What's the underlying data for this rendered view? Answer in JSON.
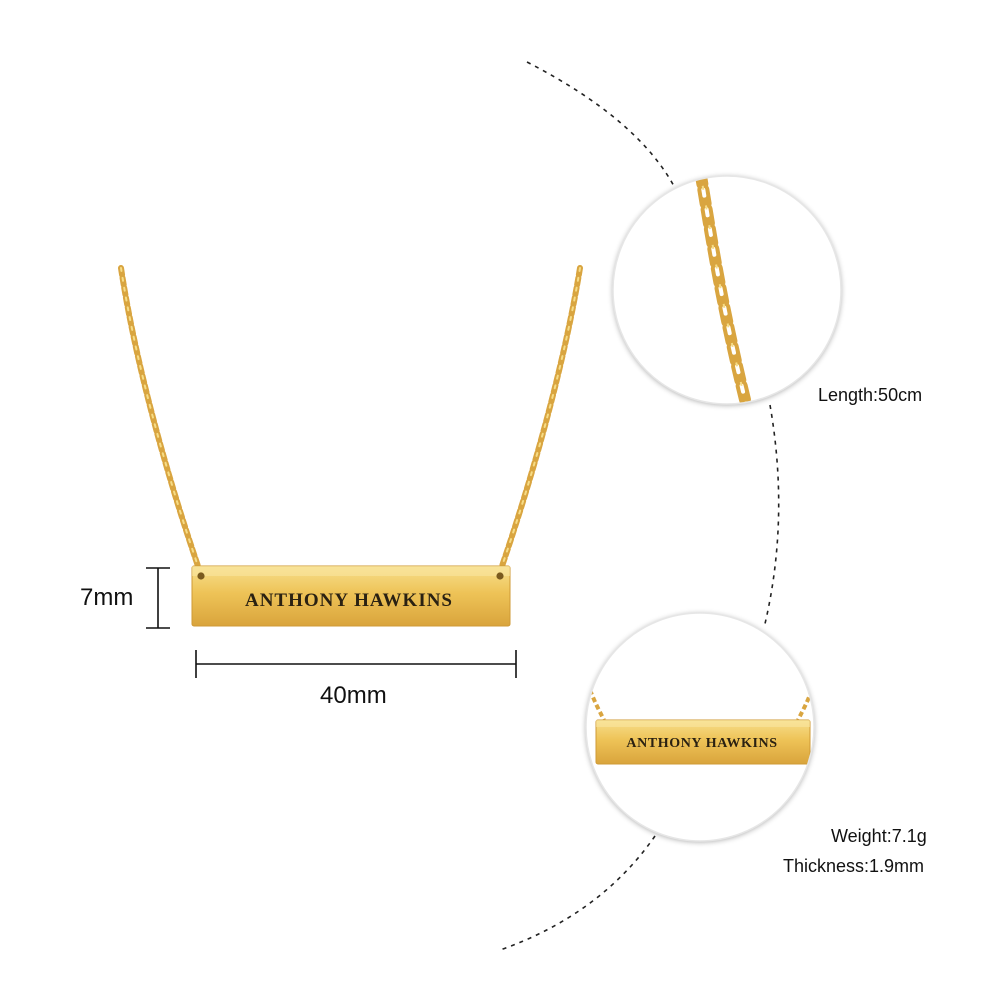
{
  "product": {
    "engraving": "ANTHONY HAWKINS",
    "height_label": "7mm",
    "width_label": "40mm"
  },
  "specs": {
    "length": "Length:50cm",
    "weight": "Weight:7.1g",
    "thickness": "Thickness:1.9mm"
  },
  "colors": {
    "gold": "#e9bd4a",
    "gold_dark": "#c9952a",
    "gold_light": "#f6dc86",
    "ink": "#2a2112",
    "background": "#ffffff"
  }
}
